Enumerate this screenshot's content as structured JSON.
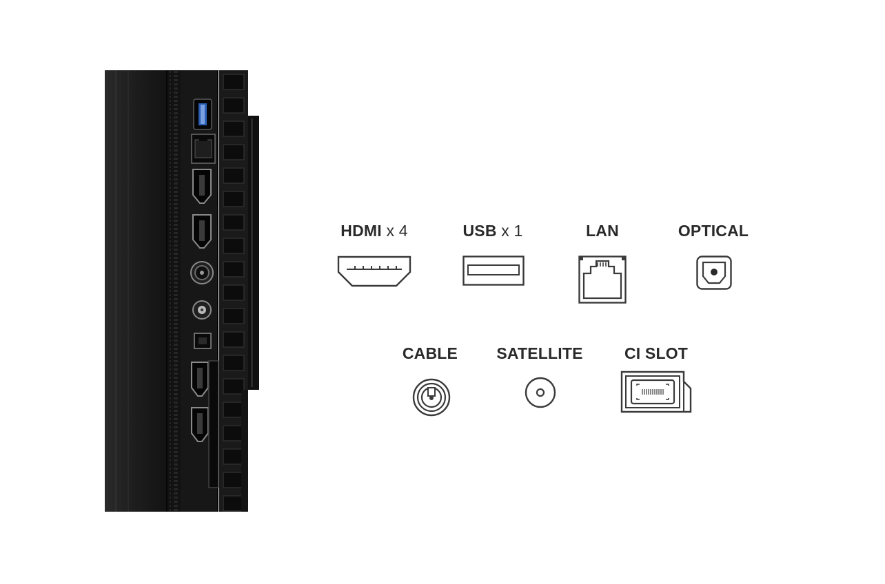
{
  "ports": {
    "hdmi": {
      "name": "HDMI",
      "count": "x 4",
      "icon": "hdmi-port-icon"
    },
    "usb": {
      "name": "USB",
      "count": "x 1",
      "icon": "usb-port-icon"
    },
    "lan": {
      "name": "LAN",
      "icon": "lan-port-icon"
    },
    "optical": {
      "name": "OPTICAL",
      "icon": "optical-port-icon"
    },
    "cable": {
      "name": "CABLE",
      "icon": "cable-port-icon"
    },
    "satellite": {
      "name": "SATELLITE",
      "icon": "satellite-port-icon"
    },
    "ci_slot": {
      "name": "CI SLOT",
      "icon": "ci-slot-icon"
    }
  },
  "colors": {
    "background": "#ffffff",
    "tv_body": "#1b1b1b",
    "icon_stroke": "#3a3a3a",
    "label_text": "#2a2a2a",
    "usb_accent": "#2b5fb3"
  }
}
